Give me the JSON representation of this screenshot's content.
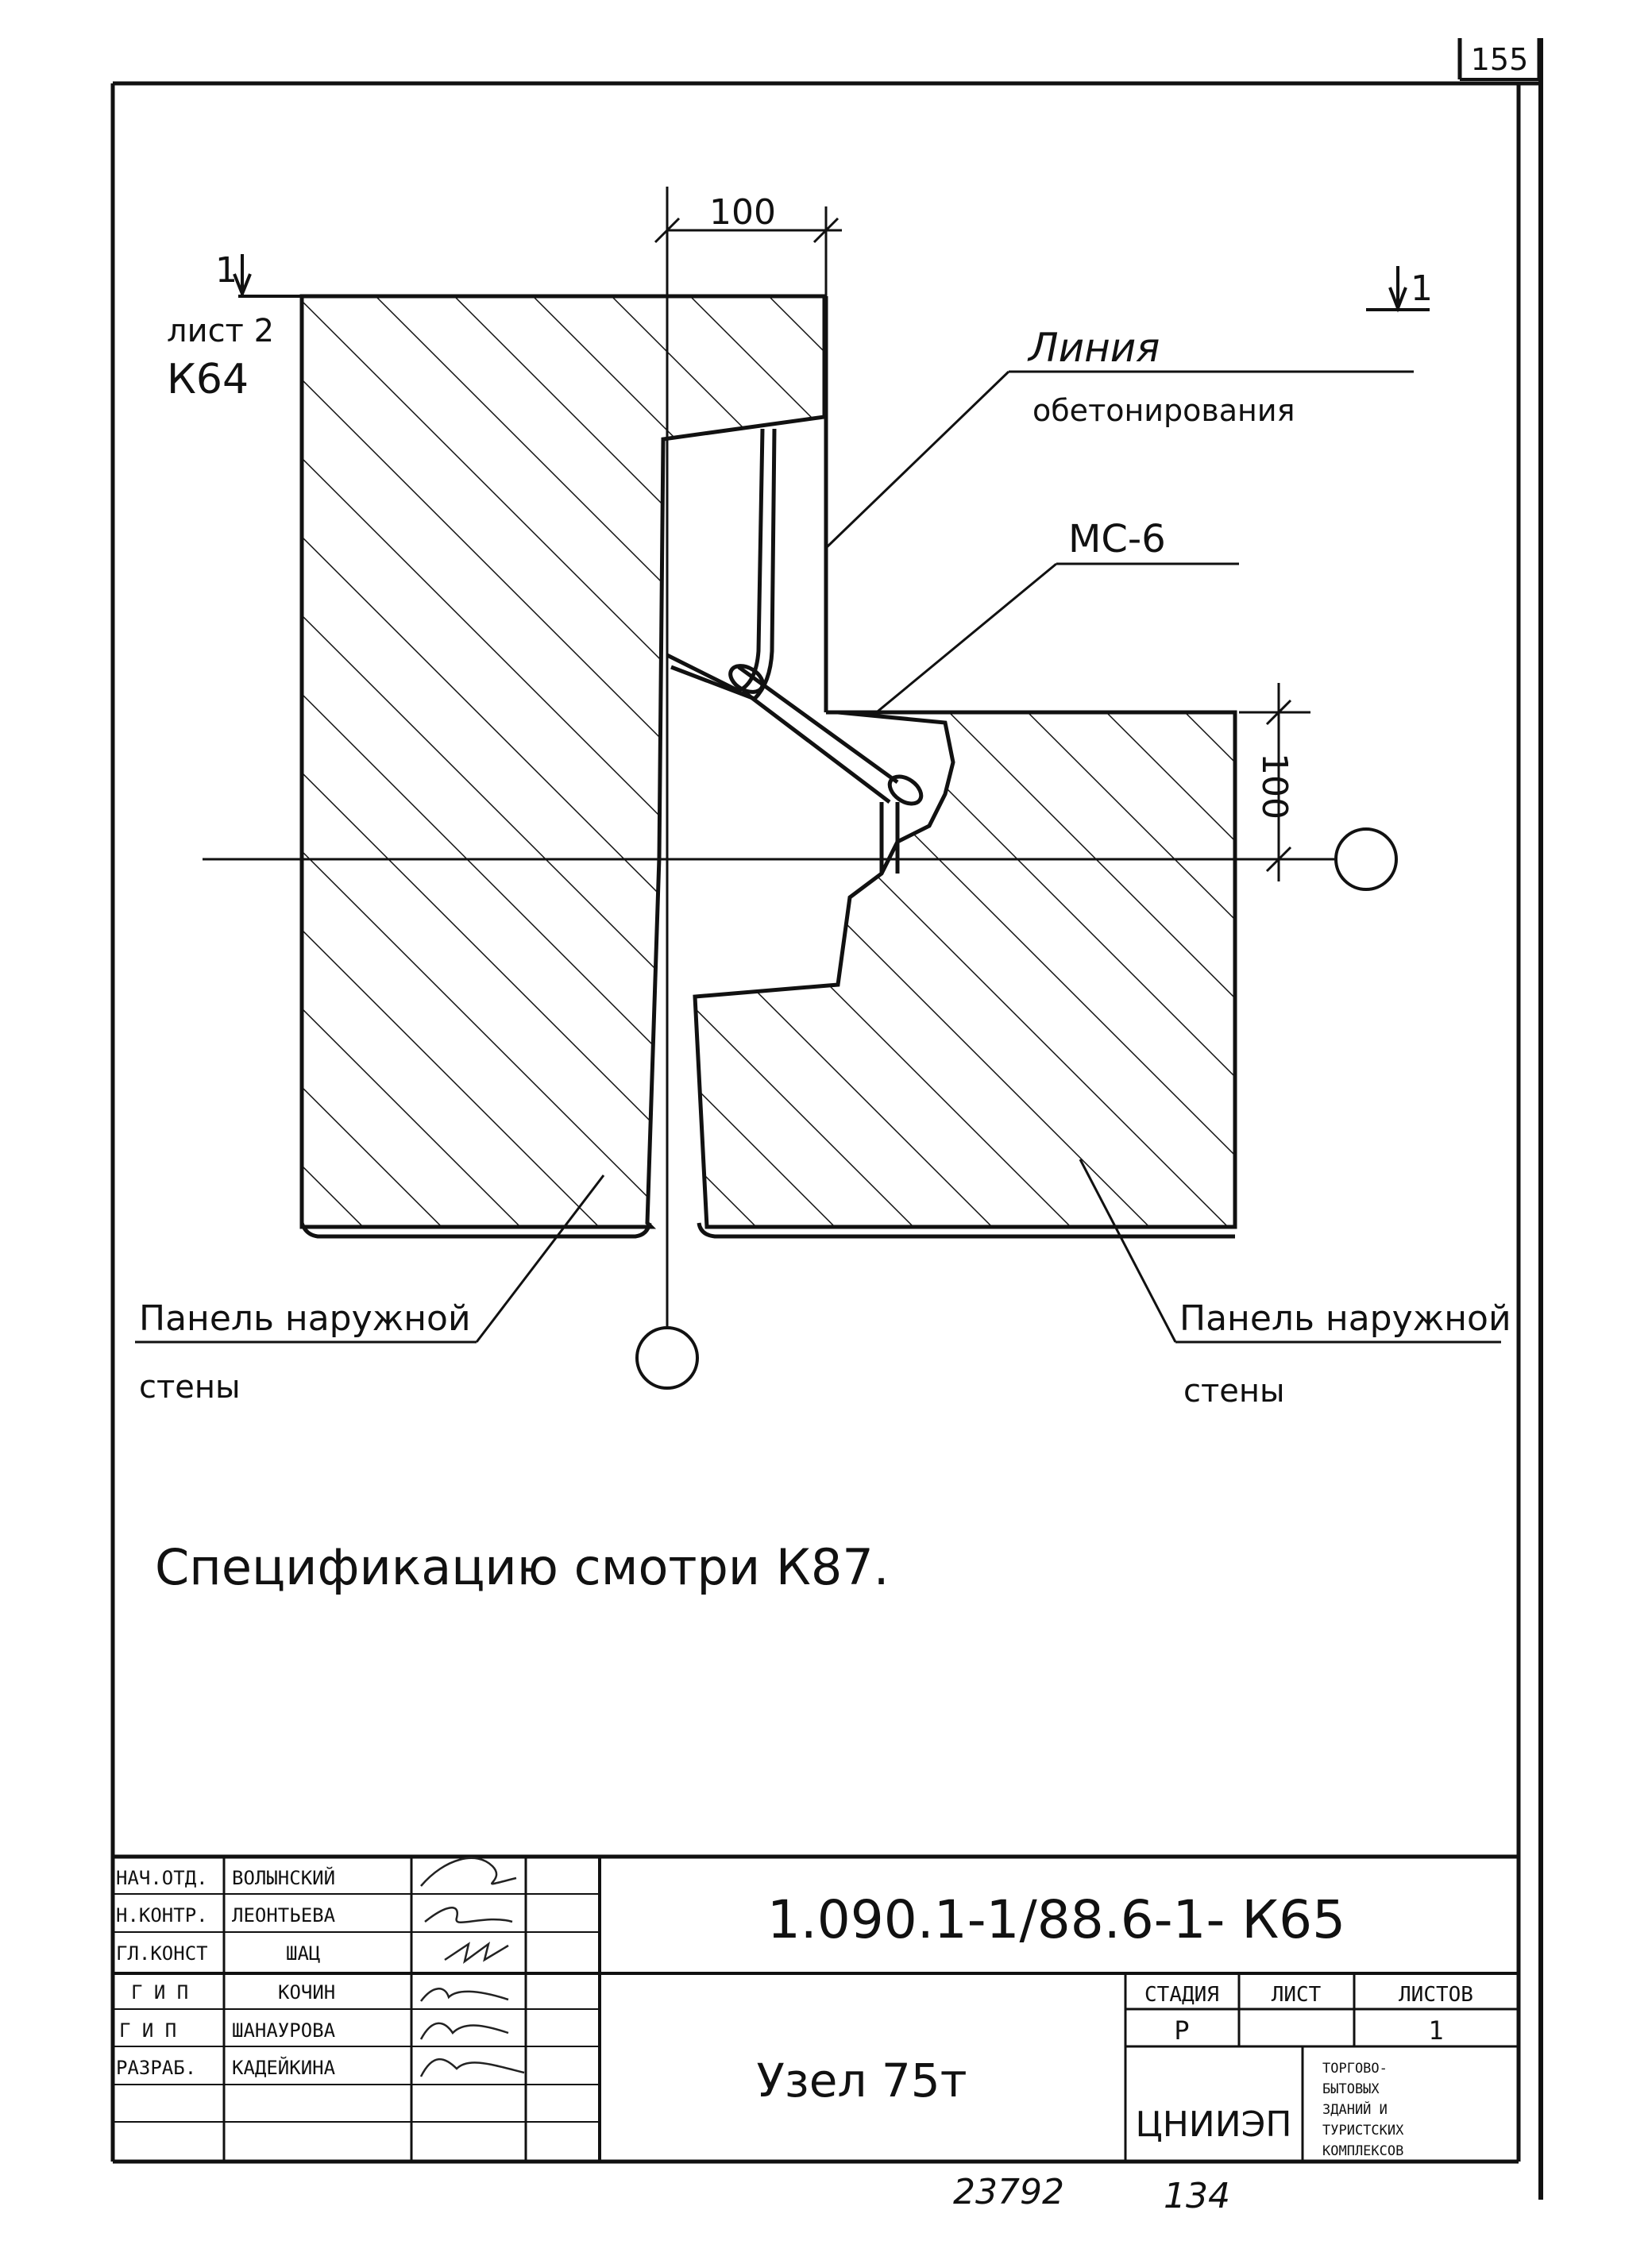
{
  "page_number": "155",
  "section_marker": {
    "number": "1",
    "sheet_label": "лист 2",
    "sheet_code": "К64",
    "right_number": "1"
  },
  "dimensions": {
    "top": "100",
    "right": "100"
  },
  "labels": {
    "concreting_line_1": "Линия",
    "concreting_line_2": "обетонирования",
    "connector": "МС-6",
    "panel_left_1": "Панель наружной",
    "panel_left_2": "стены",
    "panel_right_1": "Панель наружной",
    "panel_right_2": "стены"
  },
  "note": "Спецификацию смотри К87.",
  "title_block": {
    "document_code": "1.090.1-1/88.6-1- К65",
    "title": "Узел 75т",
    "roles": [
      {
        "role": "НАЧ.ОТД.",
        "name": "ВОЛЫНСКИЙ"
      },
      {
        "role": "Н.КОНТР.",
        "name": "ЛЕОНТЬЕВА"
      },
      {
        "role": "ГЛ.КОНСТ",
        "name": "ШАЦ"
      },
      {
        "role": "Г И П",
        "name": "КОЧИН"
      },
      {
        "role": "Г И П",
        "name": "ШАНАУРОВА"
      },
      {
        "role": "РАЗРАБ.",
        "name": "КАДЕЙКИНА"
      }
    ],
    "stage_header": "СТАДИЯ",
    "sheet_header": "ЛИСТ",
    "sheets_header": "ЛИСТОВ",
    "stage_value": "Р",
    "sheet_value": "",
    "sheets_value": "1",
    "organization": "ЦНИИЭП",
    "organization_desc_1": "ТОРГОВО-",
    "organization_desc_2": "БЫТОВЫХ",
    "organization_desc_3": "ЗДАНИЙ И",
    "organization_desc_4": "ТУРИСТСКИХ",
    "organization_desc_5": "КОМПЛЕКСОВ"
  },
  "footer": {
    "inventory_number": "23792",
    "page_ref": "134"
  }
}
